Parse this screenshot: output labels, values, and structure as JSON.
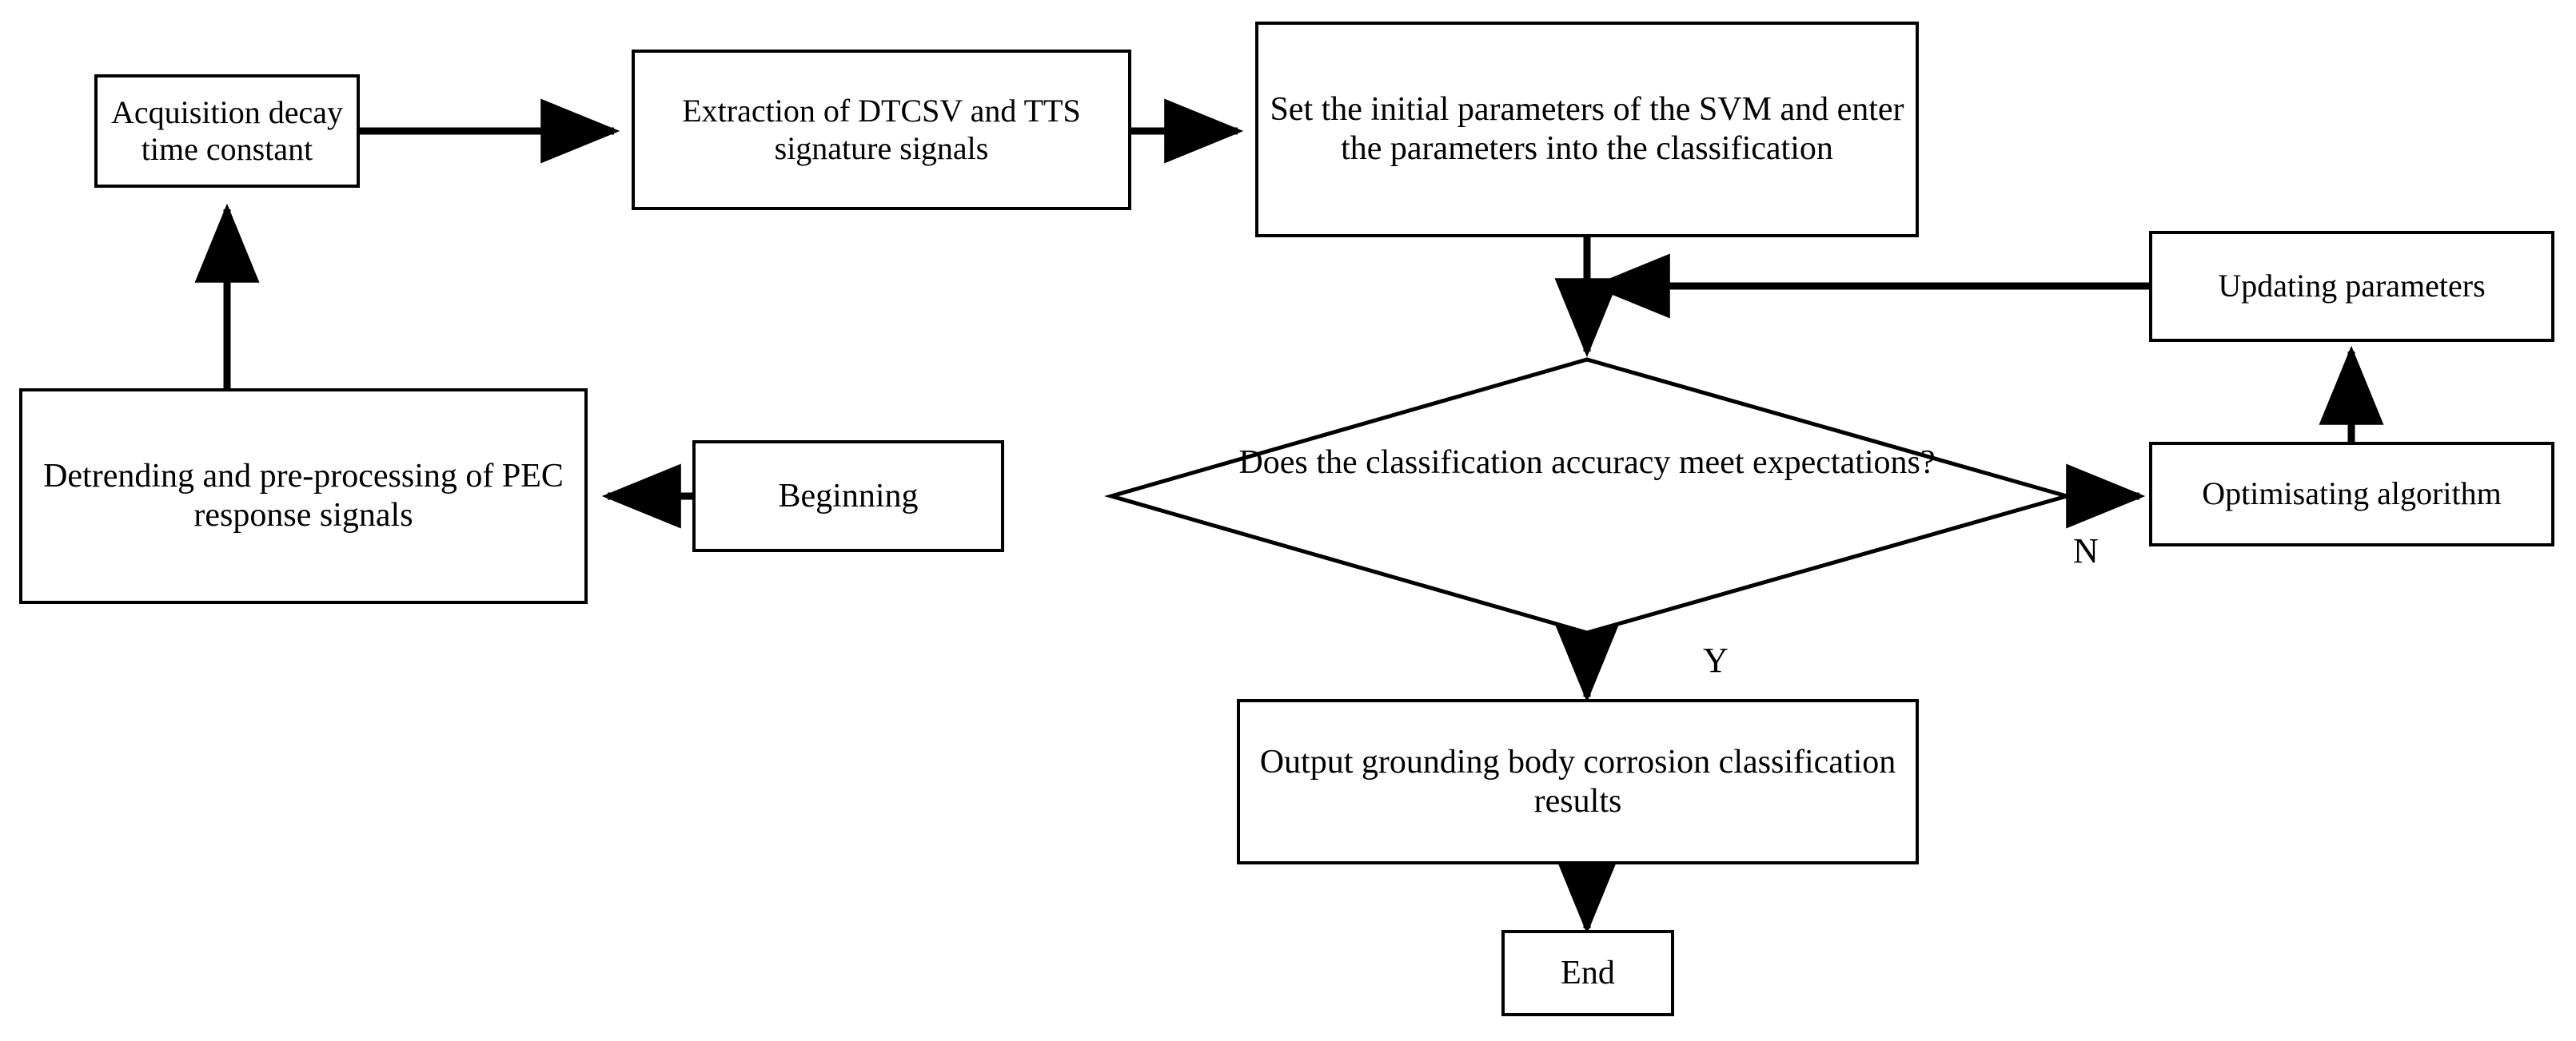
{
  "diagram": {
    "type": "flowchart",
    "title": "",
    "background_color": "#ffffff",
    "line_color": "#000000",
    "text_color": "#000000",
    "nodes": {
      "beginning": {
        "label": "Beginning",
        "shape": "rectangle"
      },
      "detrending": {
        "label": "Detrending and pre-processing of PEC response signals",
        "shape": "rectangle"
      },
      "acquisition": {
        "label": "Acquisition decay time constant",
        "shape": "rectangle"
      },
      "extraction": {
        "label": "Extraction of DTCSV and TTS signature signals",
        "shape": "rectangle"
      },
      "set_params": {
        "label": "Set the initial parameters of the SVM and enter the parameters into the classification",
        "shape": "rectangle"
      },
      "decision": {
        "label": "Does the classification accuracy meet expectations?",
        "shape": "diamond"
      },
      "optimising": {
        "label": "Optimisating algorithm",
        "shape": "rectangle"
      },
      "updating": {
        "label": "Updating parameters",
        "shape": "rectangle"
      },
      "output": {
        "label": "Output grounding body corrosion classification results",
        "shape": "rectangle"
      },
      "end": {
        "label": "End",
        "shape": "rectangle"
      }
    },
    "edge_labels": {
      "no": "N",
      "yes": "Y"
    },
    "edges": [
      {
        "from": "beginning",
        "to": "detrending",
        "label": ""
      },
      {
        "from": "detrending",
        "to": "acquisition",
        "label": ""
      },
      {
        "from": "acquisition",
        "to": "extraction",
        "label": ""
      },
      {
        "from": "extraction",
        "to": "set_params",
        "label": ""
      },
      {
        "from": "set_params",
        "to": "decision",
        "label": ""
      },
      {
        "from": "decision",
        "to": "optimising",
        "label": "N"
      },
      {
        "from": "optimising",
        "to": "updating",
        "label": ""
      },
      {
        "from": "updating",
        "to": "set_params",
        "label": ""
      },
      {
        "from": "decision",
        "to": "output",
        "label": "Y"
      },
      {
        "from": "output",
        "to": "end",
        "label": ""
      }
    ]
  }
}
